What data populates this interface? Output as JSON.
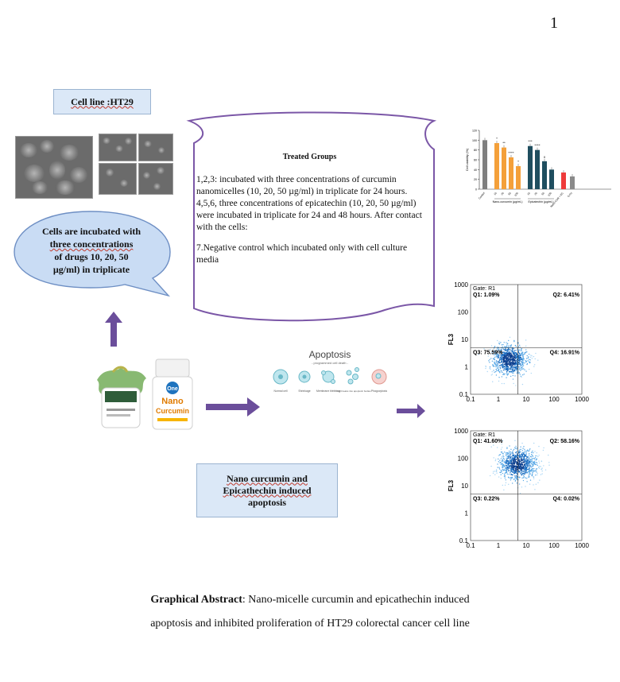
{
  "page_number": "1",
  "colors": {
    "arrow": "#6b4e9b",
    "box_fill": "#dbe8f7",
    "bubble_fill": "#c9dcf4",
    "scroll_stroke": "#7b57a7"
  },
  "cell_line_label": "Cell line :HT29",
  "bubble_text": [
    "Cells are incubated with",
    "three  concentrations",
    "of  drugs 10, 20, 50",
    "µg/ml) in triplicate"
  ],
  "treated": {
    "title": "Treated Groups",
    "p1": "1,2,3: incubated with three concentrations of curcumin nanomicelles (10, 20, 50 µg/ml) in triplicate for 24 hours. 4,5,6, three concentrations of epicatechin (10, 20, 50 µg/ml) were incubated in triplicate for 24 and 48 hours. After contact with the cells:",
    "p2": "7.Negative control which incubated only with cell culture media"
  },
  "product": {
    "brand": "One",
    "line1": "Nano",
    "line2": "Curcumin"
  },
  "apoptosis": {
    "title": "Apoptosis",
    "subtitle": "- programmed cell death -",
    "stages": [
      "Normal cell",
      "Shrinkage",
      "Membrane blebbing",
      "Cell breaks into apoptotic bodies",
      "Phagocytosis"
    ]
  },
  "nano_box": [
    "Nano curcumin and",
    "Epicathechin induced",
    "apoptosis"
  ],
  "caption": {
    "bold": "Graphical Abstract",
    "line1": ": Nano-micelle curcumin and epicathechin induced",
    "line2": "apoptosis  and inhibited  proliferation of HT29 colorectal cancer cell line"
  },
  "chart_data": [
    {
      "type": "bar",
      "ylabel": "Cell viability (%)",
      "ylim": [
        0,
        120
      ],
      "yticks": [
        0,
        20,
        40,
        60,
        80,
        100,
        120
      ],
      "groups": [
        {
          "name": "Control",
          "categories": [
            "Control"
          ],
          "values": [
            100
          ],
          "color": "#7f7f7f"
        },
        {
          "name": "Nano-curcumin (µg/mL)",
          "categories": [
            "10",
            "20",
            "50",
            "100"
          ],
          "values": [
            94,
            85,
            65,
            47
          ],
          "color": "#f4a03a"
        },
        {
          "name": "Epicatechin  (µg/mL)",
          "categories": [
            "10",
            "20",
            "50",
            "100"
          ],
          "values": [
            88,
            80,
            57,
            40
          ],
          "color": "#1f4e5f"
        },
        {
          "name": "Nano-CUR + EC",
          "categories": [
            "Nano-CUR + EC"
          ],
          "values": [
            34
          ],
          "color": "#ee3b3b"
        },
        {
          "name": "5-FU",
          "categories": [
            "5-FU"
          ],
          "values": [
            26
          ],
          "color": "#8a8a8a"
        }
      ],
      "significance": [
        "*",
        "**",
        "****",
        "*",
        "***",
        "****",
        "#"
      ]
    },
    {
      "type": "scatter",
      "xlabel": "",
      "ylabel": "FL3",
      "gate": "Gate: R1",
      "xlim": [
        0.1,
        1000
      ],
      "ylim": [
        0.1,
        1000
      ],
      "log": true,
      "ticks": [
        "0.1",
        "1",
        "10",
        "100",
        "1000"
      ],
      "quadrants": {
        "Q1": "Q1: 1.09%",
        "Q2": "Q2: 6.41%",
        "Q3": "Q3: 75.59%",
        "Q4": "Q4: 16.91%"
      },
      "divider": {
        "x": 5,
        "y": 5
      },
      "cluster": {
        "center_x": 2.5,
        "center_y": 1.8
      }
    },
    {
      "type": "scatter",
      "xlabel": "",
      "ylabel": "FL3",
      "gate": "Gate: R1",
      "xlim": [
        0.1,
        1000
      ],
      "ylim": [
        0.1,
        1000
      ],
      "log": true,
      "ticks": [
        "0.1",
        "1",
        "10",
        "100",
        "1000"
      ],
      "quadrants": {
        "Q1": "Q1: 41.60%",
        "Q2": "Q2: 58.16%",
        "Q3": "Q3: 0.22%",
        "Q4": "Q4: 0.02%"
      },
      "divider": {
        "x": 5,
        "y": 5
      },
      "cluster": {
        "center_x": 5,
        "center_y": 60
      }
    }
  ]
}
